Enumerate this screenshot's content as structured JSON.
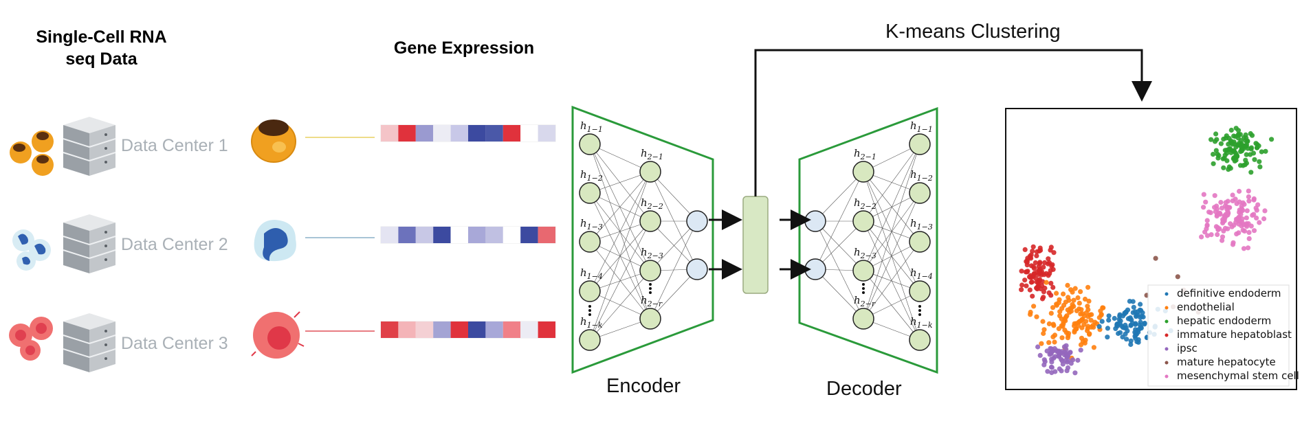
{
  "titles": {
    "left_line1": "Single-Cell RNA",
    "left_line2": "seq Data",
    "gene_expression": "Gene Expression",
    "kmeans": "K-means Clustering",
    "encoder": "Encoder",
    "decoder": "Decoder"
  },
  "data_centers": [
    {
      "label": "Data Center 1",
      "cell_type": "orange-cell",
      "line_color": "#e8d060",
      "heatmap": [
        "#f4c4c8",
        "#e0323c",
        "#9a9ad0",
        "#ececf4",
        "#c8c8e8",
        "#3c4aa0",
        "#4a58a8",
        "#e0323c",
        "#ffffff",
        "#d8d8ec"
      ]
    },
    {
      "label": "Data Center 2",
      "cell_type": "blue-cell",
      "line_color": "#8ab0c8",
      "heatmap": [
        "#e4e4f2",
        "#6c72bc",
        "#c8c8e6",
        "#3c4aa0",
        "#ffffff",
        "#a8a8d8",
        "#c0c0e2",
        "#ffffff",
        "#3c4aa0",
        "#e86870"
      ]
    },
    {
      "label": "Data Center 3",
      "cell_type": "red-cell",
      "line_color": "#e05058",
      "heatmap": [
        "#e04048",
        "#f4b4b8",
        "#f4d0d4",
        "#a4a4d4",
        "#e0323c",
        "#3c4aa0",
        "#a8a8d8",
        "#f08088",
        "#ececf4",
        "#e0323c"
      ]
    }
  ],
  "encoder": {
    "layer1": [
      "h1-1",
      "h1-2",
      "h1-3",
      "h1-4",
      "h1-k"
    ],
    "layer2": [
      "h2-1",
      "h2-2",
      "h2-3",
      "h2-r"
    ]
  },
  "decoder": {
    "layer2": [
      "h2-1",
      "h2-2",
      "h2-3",
      "h2-r"
    ],
    "layer1": [
      "h1-1",
      "h1-2",
      "h1-3",
      "h1-4",
      "h1-k"
    ]
  },
  "legend": [
    {
      "label": "definitive endoderm",
      "color": "#1f77b4"
    },
    {
      "label": "endothelial",
      "color": "#ff7f0e"
    },
    {
      "label": "hepatic endoderm",
      "color": "#2ca02c"
    },
    {
      "label": "immature hepatoblast",
      "color": "#d62728"
    },
    {
      "label": "ipsc",
      "color": "#9467bd"
    },
    {
      "label": "mature hepatocyte",
      "color": "#8c564b"
    },
    {
      "label": "mesenchymal stem cell",
      "color": "#e377c2"
    }
  ],
  "colors": {
    "network_box": "#2a9a3a",
    "node_fill": "#d8e8c0",
    "output_node_fill": "#dce8f4",
    "bottleneck_fill": "#d8e8c4"
  }
}
